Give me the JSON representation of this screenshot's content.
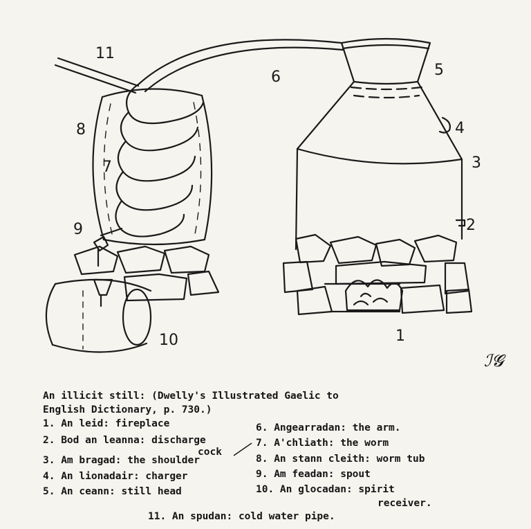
{
  "diagram": {
    "parts": [
      {
        "number": "1"
      },
      {
        "number": "2"
      },
      {
        "number": "3"
      },
      {
        "number": "4"
      },
      {
        "number": "5"
      },
      {
        "number": "6"
      },
      {
        "number": "7"
      },
      {
        "number": "8"
      },
      {
        "number": "9"
      },
      {
        "number": "10"
      },
      {
        "number": "11"
      }
    ],
    "signature": "ℐ𝓖"
  },
  "caption": {
    "title_line1": "An illicit still: (Dwelly's Illustrated Gaelic to",
    "title_line2": "English Dictionary, p. 730.)"
  },
  "legend": {
    "items": [
      {
        "text": "1. An leid: fireplace"
      },
      {
        "text": "2. Bod an leanna: discharge"
      },
      {
        "text": "cock"
      },
      {
        "text": "3. Am bragad: the shoulder"
      },
      {
        "text": "4. An lionadair: charger"
      },
      {
        "text": "5. An ceann: still head"
      },
      {
        "text": "6. Angearradan: the arm."
      },
      {
        "text": "7. A'chliath: the worm"
      },
      {
        "text": "8. An stann cleith: worm tub"
      },
      {
        "text": "9. Am feadan: spout"
      },
      {
        "text": "10. An glocadan: spirit"
      },
      {
        "text": "receiver."
      },
      {
        "text": "11. An spudan: cold water pipe."
      }
    ]
  }
}
